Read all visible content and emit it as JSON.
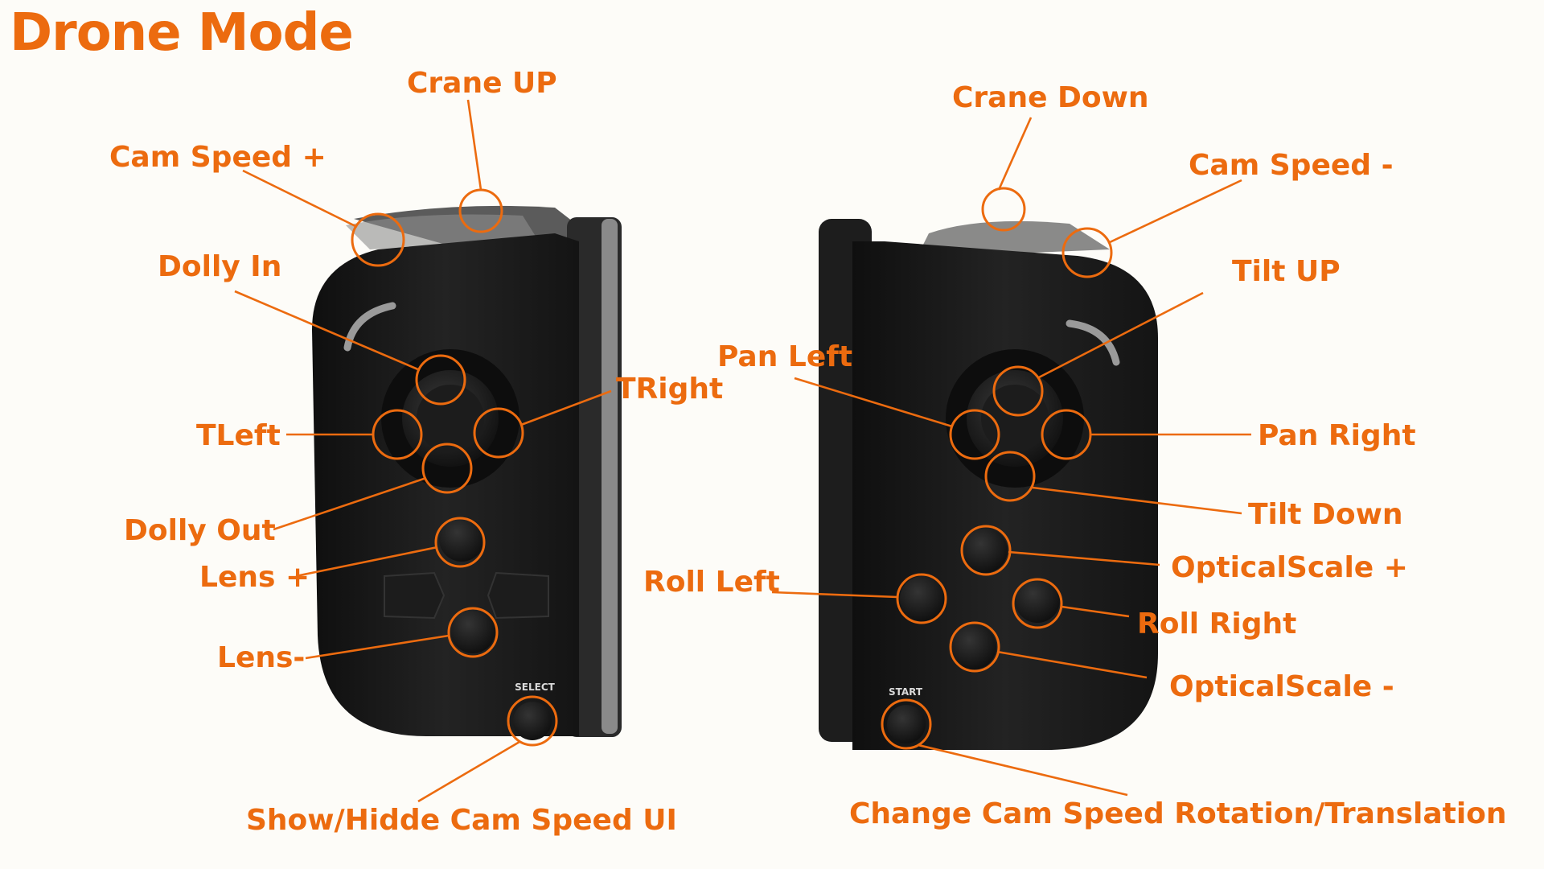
{
  "title": "Drone Mode",
  "colors": {
    "accent": "#ec6b0f",
    "controller": "#1b1b1b",
    "background": "#fdfcf8"
  },
  "left_controller": {
    "button_text": "SELECT",
    "labels": {
      "crane_up": "Crane UP",
      "cam_speed_plus": "Cam Speed +",
      "dolly_in": "Dolly In",
      "tleft": "TLeft",
      "tright": "TRight",
      "dolly_out": "Dolly Out",
      "lens_plus": "Lens +",
      "lens_minus": "Lens-",
      "show_hide": "Show/Hidde Cam Speed UI"
    }
  },
  "right_controller": {
    "button_text": "START",
    "labels": {
      "crane_down": "Crane Down",
      "cam_speed_minus": "Cam Speed -",
      "tilt_up": "Tilt UP",
      "pan_left": "Pan Left",
      "pan_right": "Pan Right",
      "tilt_down": "Tilt Down",
      "optical_plus": "OpticalScale +",
      "roll_left": "Roll Left",
      "roll_right": "Roll Right",
      "optical_minus": "OpticalScale -",
      "change_mode": "Change Cam Speed Rotation/Translation"
    }
  }
}
